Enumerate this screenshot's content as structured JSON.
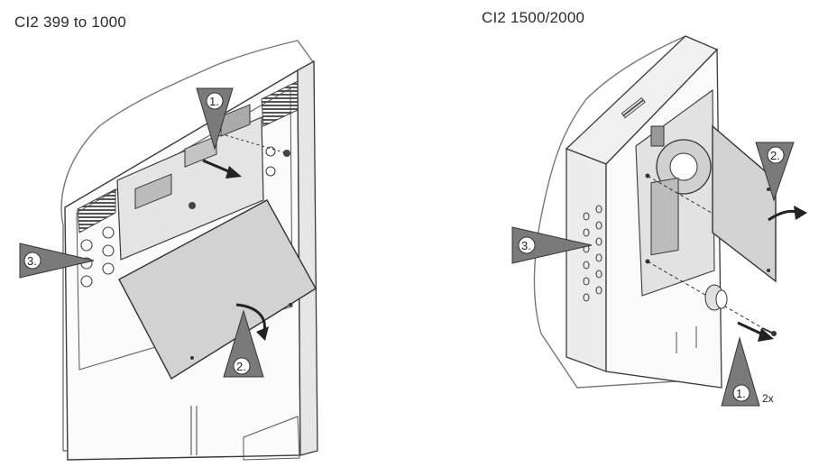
{
  "figures": [
    {
      "caption": "CI2 399 to 1000",
      "steps": [
        "1.",
        "2.",
        "3."
      ]
    },
    {
      "caption": "CI2 1500/2000",
      "steps": [
        "1.",
        "2.",
        "3."
      ],
      "repeat_note": "2x"
    }
  ],
  "colors": {
    "panel_fill": "#d2d2d2",
    "marker_fill": "#7a7a7a",
    "line": "#3a3a3a"
  }
}
